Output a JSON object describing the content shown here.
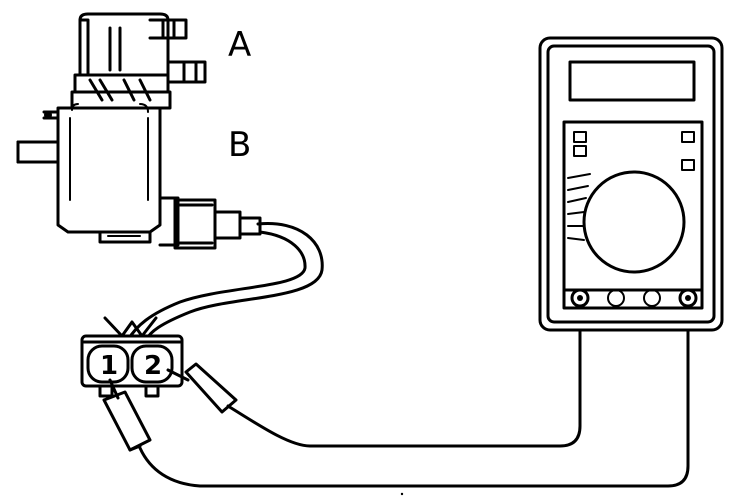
{
  "labels": {
    "port_a": "A",
    "port_b": "B"
  },
  "connector": {
    "pin_1": "1",
    "pin_2": "2"
  }
}
